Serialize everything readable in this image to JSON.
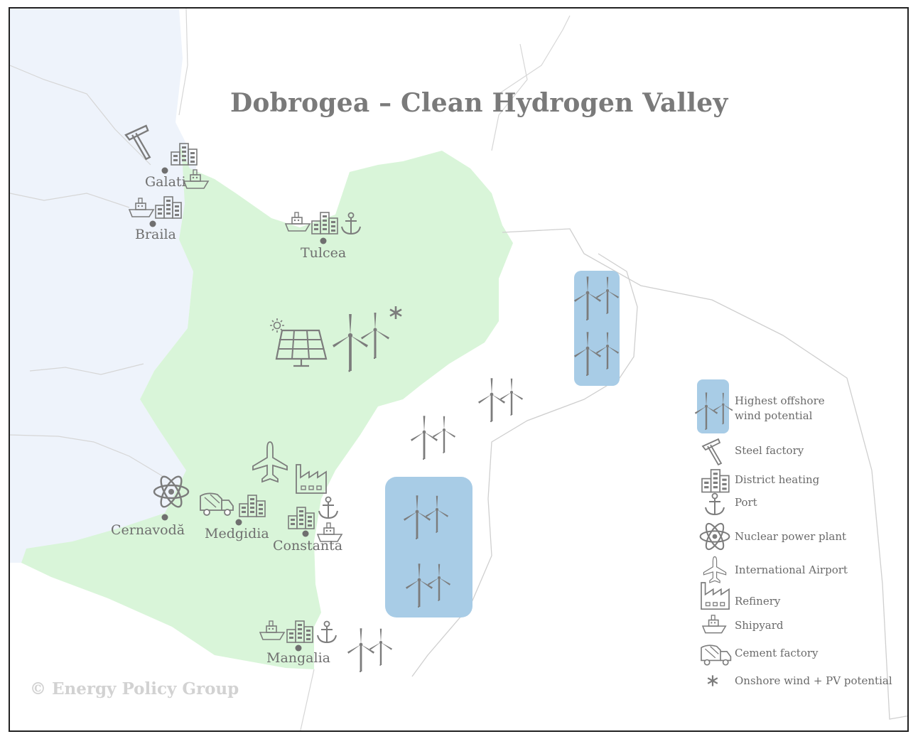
{
  "title": "Dobrogea – Clean Hydrogen Valley",
  "copyright": "© Energy Policy Group",
  "colors": {
    "land_highlight": "#d9f5d9",
    "neighbour_land": "#eef3fb",
    "offshore_zone": "#a8cce6",
    "icon_gray": "#7c7c7c",
    "text_gray": "#6f6f6f"
  },
  "cities": {
    "galati": "Galati",
    "braila": "Braila",
    "tulcea": "Tulcea",
    "cernavoda": "Cernavodă",
    "medgidia": "Medgidia",
    "constanta": "Constanta",
    "mangalia": "Mangalia"
  },
  "legend": {
    "offshore_line1": "Highest offshore",
    "offshore_line2": "wind potential",
    "steel": "Steel factory",
    "district_heating": "District heating",
    "port": "Port",
    "nuclear": "Nuclear power plant",
    "airport": "International Airport",
    "refinery": "Refinery",
    "shipyard": "Shipyard",
    "cement": "Cement factory",
    "onshore": "Onshore wind + PV potential"
  },
  "icons": {
    "steel": "hammer-icon",
    "district_heating": "buildings-icon",
    "port": "anchor-icon",
    "nuclear": "atom-icon",
    "airport": "airplane-icon",
    "refinery": "factory-icon",
    "shipyard": "ship-icon",
    "cement": "cement-truck-icon",
    "onshore": "asterisk-icon",
    "wind": "wind-turbine-icon",
    "solar": "solar-panel-icon"
  }
}
